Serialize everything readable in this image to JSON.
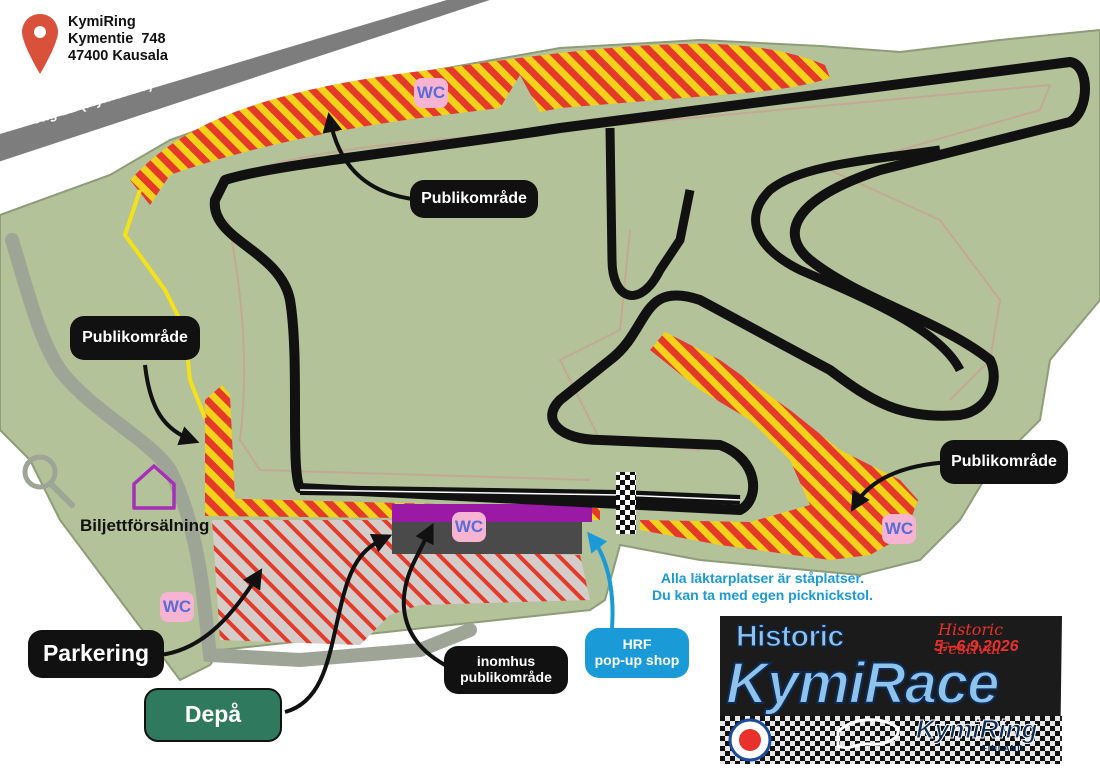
{
  "address": {
    "name": "KymiRing",
    "street": "Kymentie  748",
    "city": "47400 Kausala"
  },
  "road_label": "väg 12 (Kymentie)",
  "labels": {
    "publikomrade_top": "Publikområde",
    "publikomrade_left": "Publikområde",
    "publikomrade_right": "Publikområde",
    "biljett": "Biljettförsälning",
    "parkering": "Parkering",
    "depa": "Depå",
    "inomhus_line1": "inomhus",
    "inomhus_line2": "publikområde",
    "hrf_line1": "HRF",
    "hrf_line2": "pop-up shop"
  },
  "wc_label": "WC",
  "note": {
    "line1": "Alla läktarplatser är ståplatser.",
    "line2": "Du kan ta med egen picknickstol."
  },
  "logo": {
    "word1": "Historic",
    "word2": "KymiRace",
    "festival": "Historic Festival",
    "date": "5.–6.9.2026",
    "ring": "KymiRing",
    "country": "FINLAND"
  },
  "colors": {
    "terrain": "#b3c298",
    "terrain_outline": "#8e9c79",
    "track": "#111111",
    "spectator_stripe_a": "#f5d21a",
    "spectator_stripe_b": "#e5392a",
    "parking_stripe": "#e5392a",
    "wc_bg": "#f6b3d2",
    "wc_text": "#5a6cd8",
    "depa_bg": "#2f7a5e",
    "hrf_bg": "#1a9ad6",
    "indoor_purple": "#9a1aa6",
    "map_pin": "#d9513a",
    "road": "#7d7d7d"
  },
  "icons": {
    "pin": "map-pin-icon",
    "ticket": "house-outline-icon",
    "search": "magnifier-icon"
  }
}
